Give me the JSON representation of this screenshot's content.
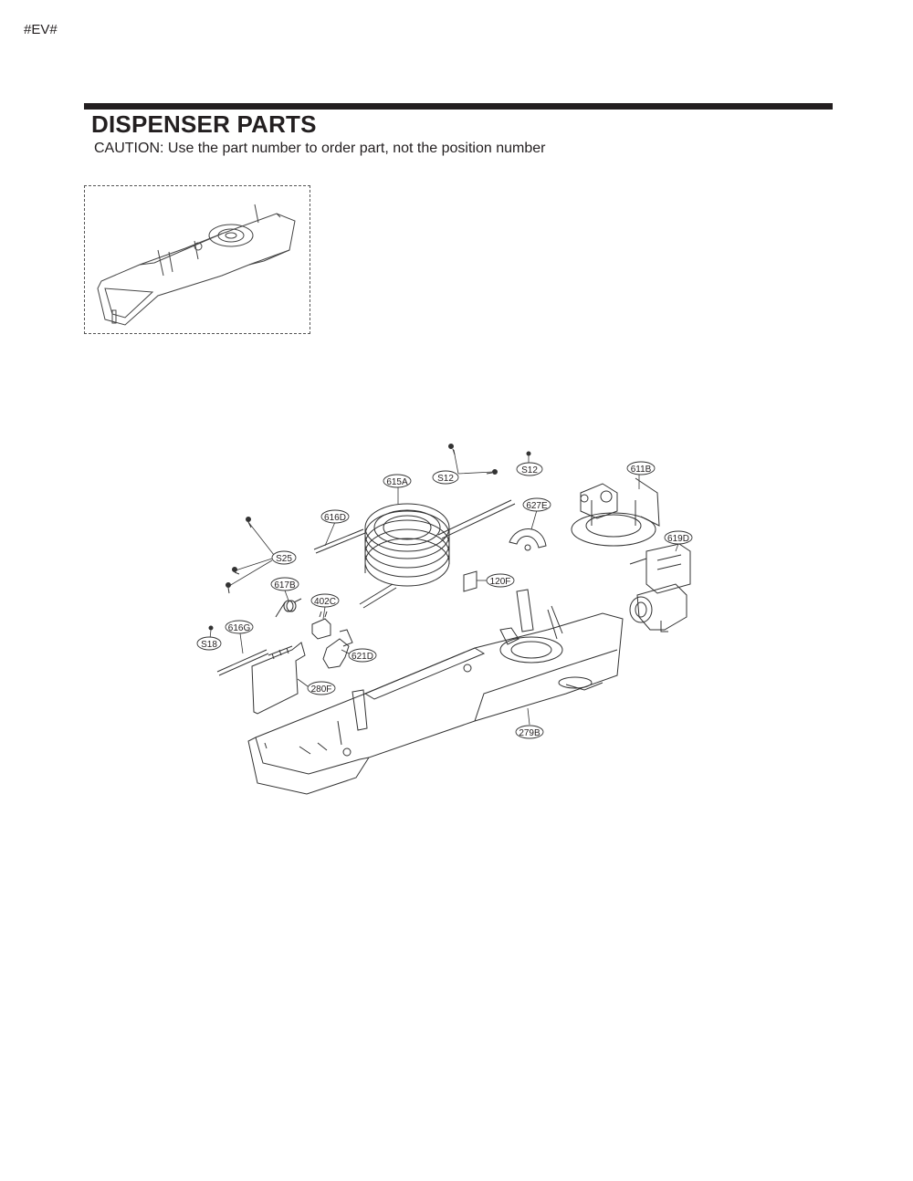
{
  "page_code": "#EV#",
  "title": "DISPENSER PARTS",
  "caution": "CAUTION: Use the part number to order part, not the position number",
  "labels": {
    "s12a": "S12",
    "s12b": "S12",
    "p611b": "611B",
    "p615a": "615A",
    "p627e": "627E",
    "p616d": "616D",
    "p619d": "619D",
    "s25": "S25",
    "p120f": "120F",
    "p617b": "617B",
    "p402c": "402C",
    "p616g": "616G",
    "s18": "S18",
    "p621d": "621D",
    "p280f": "280F",
    "p279b": "279B"
  }
}
